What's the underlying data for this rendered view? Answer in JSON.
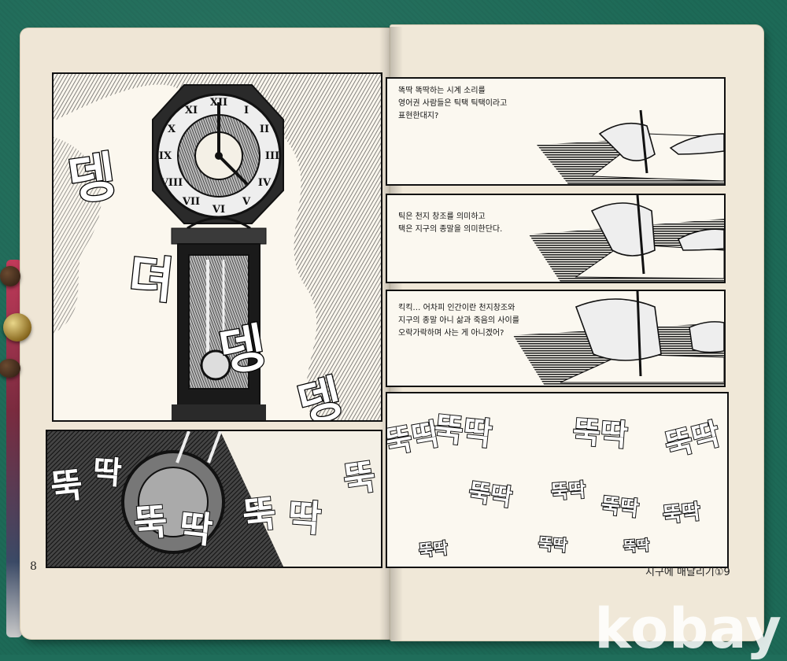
{
  "left_page": {
    "page_number": "8",
    "sfx_top": [
      "뎅",
      "뎌",
      "뎅",
      "뎅"
    ],
    "sfx_bottom": [
      "뚝",
      "딱",
      "뚝",
      "딱",
      "뚝",
      "딱",
      "뚝"
    ]
  },
  "right_page": {
    "captions": [
      "똑딱 똑딱하는 시계 소리를\n영어권 사람들은 틱택 틱택이라고\n표현한대지?",
      "틱은 천지 창조를 의미하고\n택은 지구의 종말을 의미한단다.",
      "킥킥… 어차피 인간이란 천지창조와\n지구의 종말 아니 삶과 죽음의 사이를\n오락가락하며 사는 게 아니겠어?"
    ],
    "sfx": [
      "뚝딱",
      "뚝딱",
      "뚝딱",
      "뚝딱",
      "뚝딱",
      "뚝딱",
      "뚝딱",
      "뚝딱",
      "뚝딱",
      "뚝딱",
      "뚝딱"
    ],
    "footer": "지구에 매달리기①9"
  },
  "watermark": "kobay"
}
